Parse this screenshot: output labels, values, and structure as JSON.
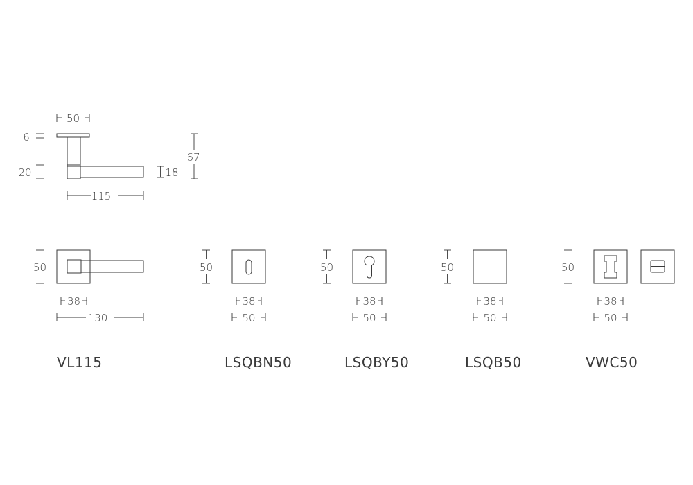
{
  "top_view": {
    "dims": {
      "rose_width": "50",
      "rose_thickness": "6",
      "lever_end_height": "20",
      "lever_height": "18",
      "total_height": "67",
      "lever_length": "115"
    }
  },
  "products": [
    {
      "code": "VL115",
      "dims": {
        "height": "50",
        "inner": "38",
        "width": "130"
      }
    },
    {
      "code": "LSQBN50",
      "dims": {
        "height": "50",
        "inner": "38",
        "width": "50"
      }
    },
    {
      "code": "LSQBY50",
      "dims": {
        "height": "50",
        "inner": "38",
        "width": "50"
      }
    },
    {
      "code": "LSQB50",
      "dims": {
        "height": "50",
        "inner": "38",
        "width": "50"
      }
    },
    {
      "code": "VWC50",
      "dims": {
        "height": "50",
        "inner": "38",
        "width": "50"
      }
    }
  ]
}
